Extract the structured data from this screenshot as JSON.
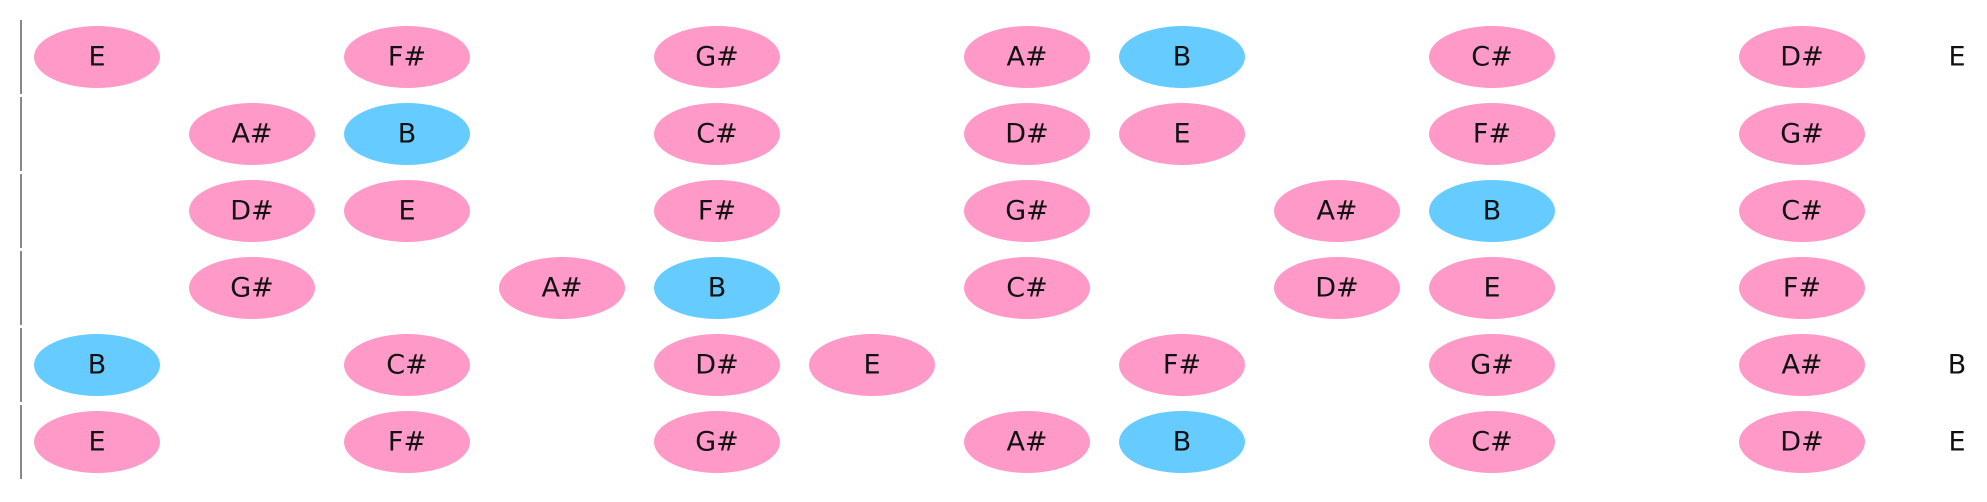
{
  "colors": {
    "note_fill": "#ff99c8",
    "root_fill": "#66ccff",
    "nut_line": "#888888",
    "text": "#111111"
  },
  "root_note": "B",
  "strings": [
    {
      "notes": [
        "E",
        null,
        "F#",
        null,
        "G#",
        null,
        "A#",
        "B",
        null,
        "C#",
        null,
        "D#"
      ],
      "open_next": "E"
    },
    {
      "notes": [
        null,
        "A#",
        "B",
        null,
        "C#",
        null,
        "D#",
        "E",
        null,
        "F#",
        null,
        "G#"
      ],
      "open_next": ""
    },
    {
      "notes": [
        null,
        "D#",
        "E",
        null,
        "F#",
        null,
        "G#",
        null,
        "A#",
        "B",
        null,
        "C#"
      ],
      "open_next": ""
    },
    {
      "notes": [
        null,
        "G#",
        null,
        "A#",
        "B",
        null,
        "C#",
        null,
        "D#",
        "E",
        null,
        "F#"
      ],
      "open_next": ""
    },
    {
      "notes": [
        "B",
        null,
        "C#",
        null,
        "D#",
        "E",
        null,
        "F#",
        null,
        "G#",
        null,
        "A#"
      ],
      "open_next": "B"
    },
    {
      "notes": [
        "E",
        null,
        "F#",
        null,
        "G#",
        null,
        "A#",
        "B",
        null,
        "C#",
        null,
        "D#"
      ],
      "open_next": "E"
    }
  ]
}
